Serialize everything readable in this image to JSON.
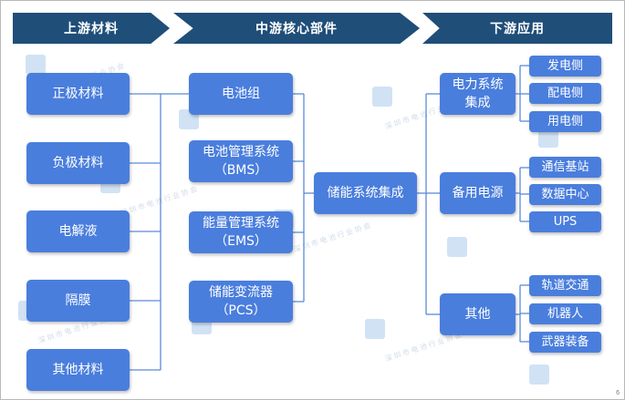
{
  "stages": {
    "upstream": "上游材料",
    "midstream": "中游核心部件",
    "downstream": "下游应用"
  },
  "upstream": [
    "正极材料",
    "负极材料",
    "电解液",
    "隔膜",
    "其他材料"
  ],
  "midstream": [
    {
      "line1": "电池组",
      "line2": ""
    },
    {
      "line1": "电池管理系统",
      "line2": "（BMS）"
    },
    {
      "line1": "能量管理系统",
      "line2": "（EMS）"
    },
    {
      "line1": "储能变流器",
      "line2": "（PCS）"
    }
  ],
  "integration": "储能系统集成",
  "downstream": [
    {
      "line1": "电力系统",
      "line2": "集成",
      "children": [
        "发电侧",
        "配电侧",
        "用电侧"
      ]
    },
    {
      "line1": "备用电源",
      "line2": "",
      "children": [
        "通信基站",
        "数据中心",
        "UPS"
      ]
    },
    {
      "line1": "其他",
      "line2": "",
      "children": [
        "轨道交通",
        "机器人",
        "武器装备"
      ]
    }
  ],
  "watermark": "深圳市电池行业协会",
  "page_number": "6",
  "colors": {
    "banner": "#1f4e79",
    "box": "#4a7edd",
    "connector": "#5b8bd8"
  }
}
